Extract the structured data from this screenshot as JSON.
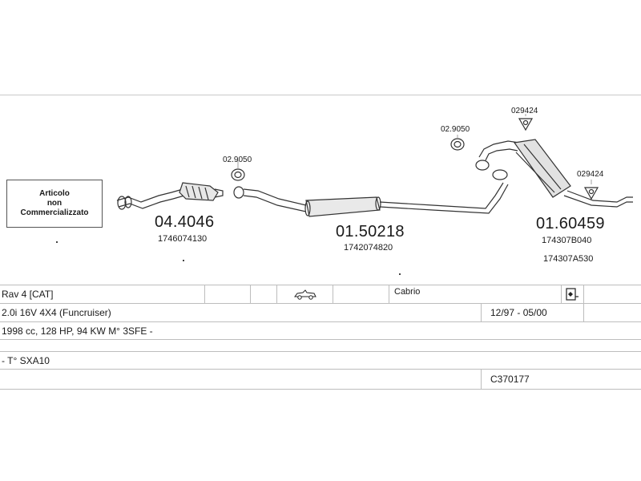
{
  "article_box": {
    "line1": "Articolo",
    "line2": "non",
    "line3": "Commercializzato"
  },
  "parts": {
    "front_pipe": {
      "number": "04.4046",
      "oem": "1746074130"
    },
    "middle_silencer": {
      "number": "01.50218",
      "oem": "1742074820"
    },
    "rear_silencer": {
      "number": "01.60459",
      "oem1": "174307B040",
      "oem2": "174307A530"
    },
    "gasket_front": "02.9050",
    "gasket_rear": "02.9050",
    "clamp_top": "029424",
    "clamp_right": "029424"
  },
  "table": {
    "model": "Rav 4  [CAT]",
    "body_type": "Cabrio",
    "engine": "2.0i 16V 4X4 (Funcruiser)",
    "period": "12/97 - 05/00",
    "specs": "1998 cc, 128 HP, 94 KW M° 3SFE -",
    "type": "- T° SXA10",
    "code": "C370177"
  },
  "icons": [
    "cabrio-car-icon",
    "document-info-icon"
  ]
}
